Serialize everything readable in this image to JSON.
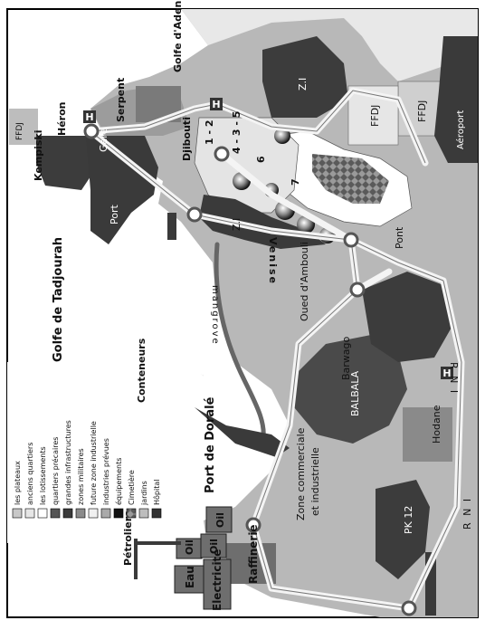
{
  "places": {
    "golfe_aden": "Golfe d'Aden",
    "golfe_tadjourah": "Golfe de Tadjourah",
    "heron": "Héron",
    "serpent": "Serpent",
    "ffdj_1": "FFDJ",
    "ffdj_2": "FFDJ",
    "ffdj_3": "FFDJ",
    "kempiski": "Kempiski",
    "gare": "Gare",
    "port": "Port",
    "djibouti": "Djibouti",
    "zi_1": "Z.I",
    "zi_2": "Z.I",
    "aeroport": "Aéroport",
    "q12": "1 - 2",
    "q345": "4 - 3 - 5",
    "q6": "6",
    "q7": "7",
    "venise": "Venise",
    "pont": "Pont",
    "oued": "Oued d'Ambouli",
    "mangrove": "mangrove",
    "conteneurs": "Conteneurs",
    "barwago": "Barwago",
    "balbala": "BALBALA",
    "hodane": "Hodane",
    "zone_comm_1": "Zone commerciale",
    "zone_comm_2": "et industrielle",
    "port_doraleh": "Port de Doralé",
    "pk12": "PK 12",
    "rn1_a": "R N I",
    "rn1_b": "R N I",
    "petroliers": "Pétroliers",
    "raffinerie": "Raffinerie",
    "eau": "Eau",
    "oil_1": "Oil",
    "oil_2": "Oil",
    "oil_3": "Oil",
    "electricite": "Electricité",
    "hospital_mark": "H"
  },
  "legend": {
    "items": [
      {
        "label": "les plateaux",
        "color": "#c8c8c8"
      },
      {
        "label": "anciens quartiers",
        "color": "#e6e6e6"
      },
      {
        "label": "les lotissements",
        "color": "#ffffff"
      },
      {
        "label": "quartiers précaires",
        "color": "#555555"
      },
      {
        "label": "grandes infrastructures",
        "color": "#3a3a3a"
      },
      {
        "label": "zones militaires",
        "color": "#8a8a8a"
      },
      {
        "label": "future zone industrielle",
        "color": "#f0f0f0"
      },
      {
        "label": "industries prévues",
        "color": "#aaaaaa"
      },
      {
        "label": "équipements",
        "color": "#111111"
      },
      {
        "label": "Cimetière",
        "color": "#777777"
      },
      {
        "label": "jardins",
        "color": "#bdbdbd"
      },
      {
        "label": "Hôpital",
        "color": "#333333"
      }
    ]
  },
  "colors": {
    "sea": "#ffffff",
    "land": "#b5b5b5",
    "dark": "#3c3c3c",
    "mid": "#6e6e6e",
    "light": "#e2e2e2",
    "road": "#f4f4f4"
  }
}
